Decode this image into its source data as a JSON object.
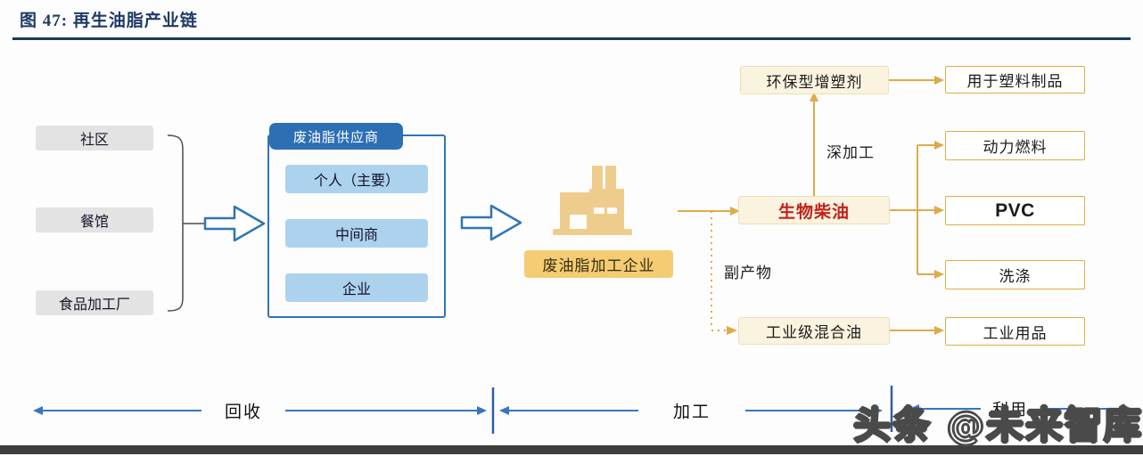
{
  "title": "图 47: 再生油脂产业链",
  "sources": [
    {
      "label": "社区"
    },
    {
      "label": "餐馆"
    },
    {
      "label": "食品加工厂"
    }
  ],
  "supplier": {
    "header": "废油脂供应商",
    "items": [
      {
        "label": "个人（主要）"
      },
      {
        "label": "中间商"
      },
      {
        "label": "企业"
      }
    ]
  },
  "processor": {
    "label": "废油脂加工企业"
  },
  "products": {
    "biodiesel": "生物柴油",
    "deep_processing_label": "深加工",
    "plasticizer": "环保型增塑剂",
    "plastic_products": "用于塑料制品",
    "fuel": "动力燃料",
    "pvc": "PVC",
    "washing": "洗涤",
    "byproduct_label": "副产物",
    "industrial_oil": "工业级混合油",
    "industrial_goods": "工业用品"
  },
  "stages": {
    "recycle": "回收",
    "process": "加工",
    "use": "利用"
  },
  "watermark": "头条 @未来智库",
  "colors": {
    "title_navy": "#1e3a66",
    "blue_accent": "#2e75b6",
    "supplier_tab_blue": "#2d6fb5",
    "supplier_item_blue": "#add2ee",
    "gold": "#ddab49",
    "factory_gold": "#eecd8c",
    "label_gold_fill": "#f3cc74",
    "cream_fill": "#faf3df",
    "biodiesel_red": "#c4211c",
    "gray_box": "#e3e3e3",
    "bottom_bar": "#3e3e3e"
  }
}
